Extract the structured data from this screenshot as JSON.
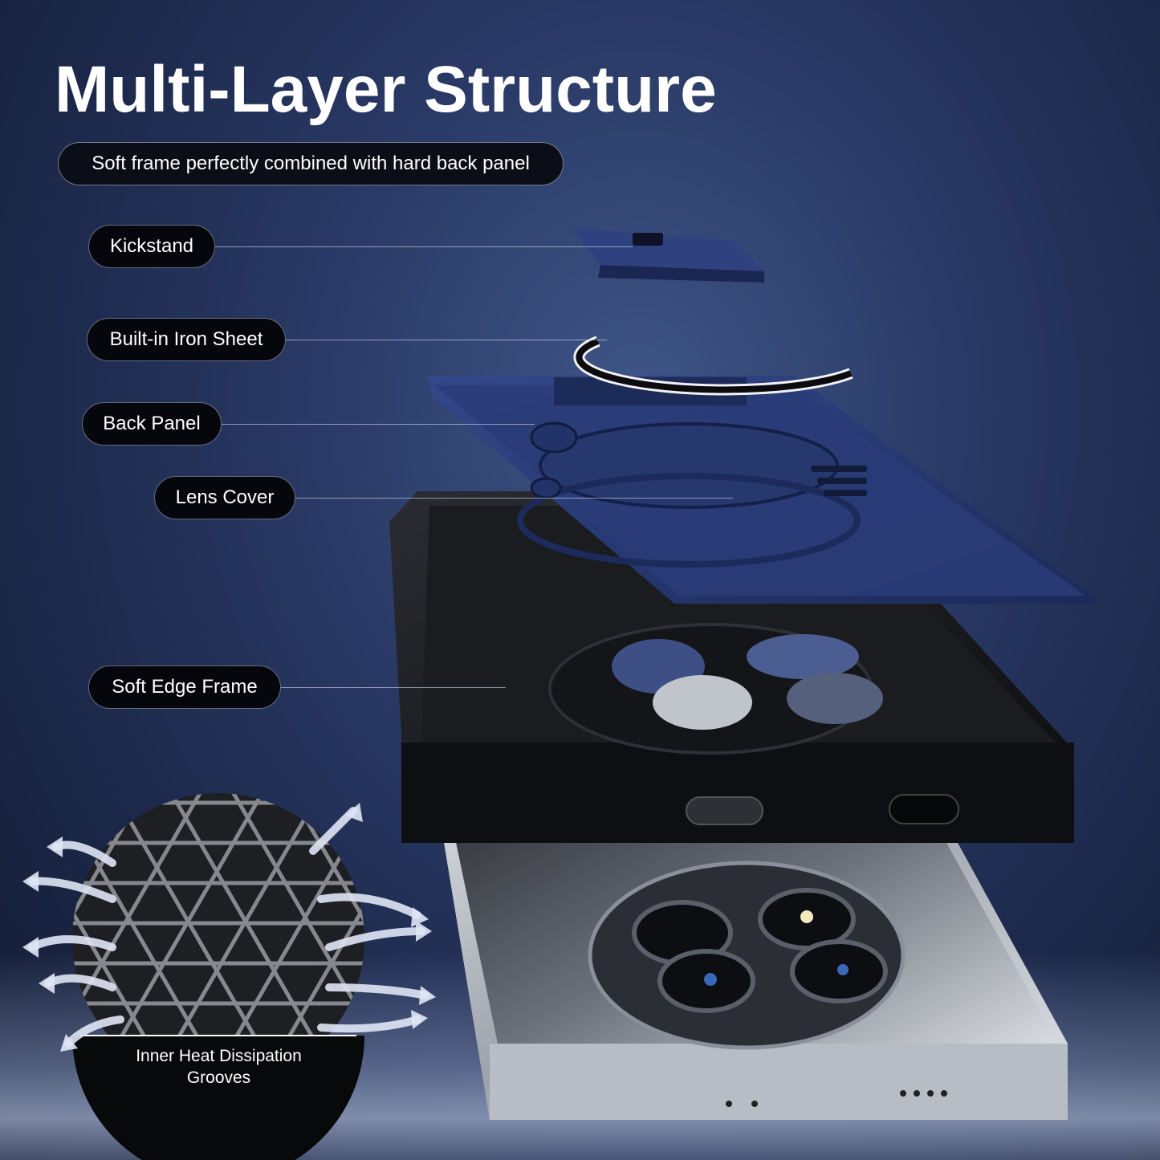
{
  "title": "Multi-Layer Structure",
  "subtitle": "Soft frame perfectly combined with hard back panel",
  "labels": {
    "kickstand": "Kickstand",
    "iron_sheet": "Built-in Iron Sheet",
    "back_panel": "Back Panel",
    "lens_cover": "Lens Cover",
    "edge_frame": "Soft Edge Frame"
  },
  "heat": {
    "line1": "Inner Heat Dissipation",
    "line2": "Grooves"
  },
  "colors": {
    "background": "#2a3a66",
    "panel_blue": "#27386e",
    "frame_black": "#141518",
    "phone_silver": "#c9ccd2"
  }
}
